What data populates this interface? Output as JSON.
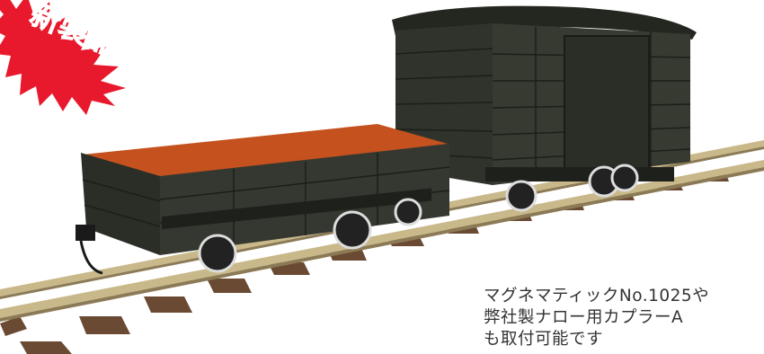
{
  "badge": {
    "text": "新製品",
    "color": "#e8192c"
  },
  "caption": {
    "lines": [
      "マグネマティックNo.1025や",
      "弊社製ナロー用カプラーA",
      "も取付可能です"
    ]
  },
  "colors": {
    "body": "#2f332b",
    "interior": "#c5511e",
    "rail": "#c8b88a",
    "tie": "#6b4a33"
  }
}
